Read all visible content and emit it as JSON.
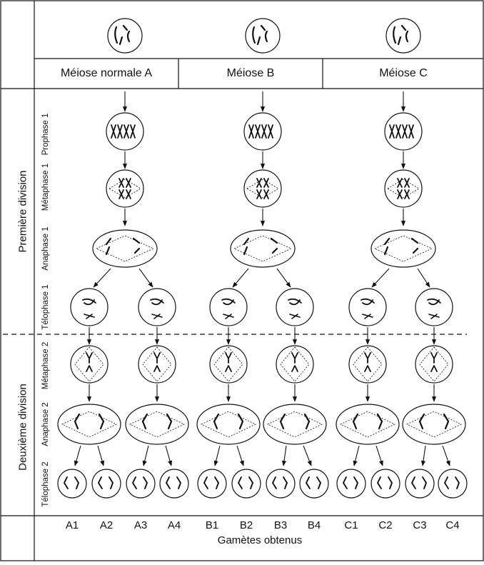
{
  "columns": [
    "Méiose normale A",
    "Méiose B",
    "Méiose C"
  ],
  "divisions": [
    "Première division",
    "Deuxième division"
  ],
  "phases": [
    "Prophase 1",
    "Métaphase 1",
    "Anaphase 1",
    "Télophase 1",
    "Métaphase 2",
    "Anaphase 2",
    "Télophase 2"
  ],
  "gametes": [
    "A1",
    "A2",
    "A3",
    "A4",
    "B1",
    "B2",
    "B3",
    "B4",
    "C1",
    "C2",
    "C3",
    "C4"
  ],
  "footer": "Gamètes obtenus"
}
